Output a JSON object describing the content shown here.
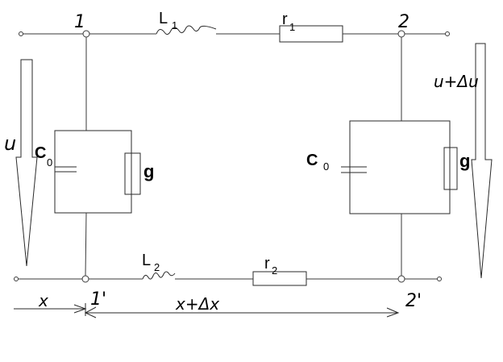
{
  "labels": {
    "node_1": "1",
    "node_2": "2",
    "node_1p": "1'",
    "node_2p": "2'",
    "L1": "L",
    "L1_sub": "1",
    "r1": "r",
    "r1_sub": "1",
    "L2": "L",
    "L2_sub": "2",
    "r2": "r",
    "r2_sub": "2",
    "C0_left": "C",
    "C0_left_sub": "0",
    "C0_right": "C",
    "C0_right_sub": "0",
    "g_left": "g",
    "g_right": "g",
    "u_left": "u",
    "u_right": "u+Δu",
    "x_left": "x",
    "x_right": "x+Δx"
  }
}
